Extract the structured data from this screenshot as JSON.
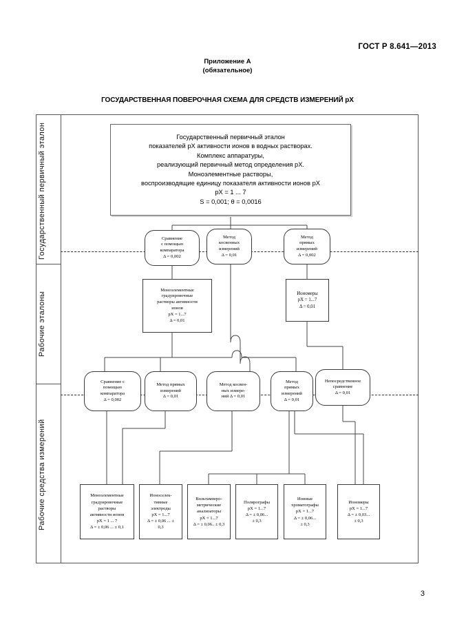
{
  "header": {
    "gost_number": "ГОСТ Р 8.641—2013",
    "appendix_line1": "Приложение А",
    "appendix_line2": "(обязательное)",
    "scheme_title": "ГОСУДАРСТВЕННАЯ ПОВЕРОЧНАЯ СХЕМА ДЛЯ СРЕДСТВ ИЗМЕРЕНИЙ pX",
    "page_number": "3"
  },
  "row_labels": {
    "level1": "Государственный первичный эталон",
    "level2": "Рабочие эталоны",
    "level3": "Рабочие средства измерений"
  },
  "nodes": {
    "primary_standard": "Государственный первичный эталон\nпоказателей pX активности ионов в водных растворах.\nКомплекс аппаратуры,\nреализующий первичный метод определения pX.\nМоноэлементные растворы,\nвоспроизводящие единицу показателя активности ионов pX\npX = 1 ... 7\nS = 0,001; θ = 0,0016",
    "method_comparator_1": "Сравнение\nс помощью\nкомпаратора\nΔ = 0,002",
    "method_indirect_1": "Метод\nкосвенных\nизмерений\nΔ = 0,01",
    "method_direct_1": "Метод\nпрямых\nизмерений\nΔ = 0,002",
    "working_solutions": "Моноэлементные\nградуировочные\nрастворы активности\nионов\npX = 1...7\nΔ = 0,01",
    "working_ionomers": "Иономеры\npX = 1...7\nΔ = 0,01",
    "method_comparator_2": "Сравнение с\nпомощью\nкомпаратора\nΔ = 0,002",
    "method_direct_2": "Метод прямых\nизмерений\nΔ = 0,01",
    "method_indirect_2": "Метод косвен-\nных измере-\nний Δ = 0,01",
    "method_direct_3": "Метод\nпрямых\nизмерений\nΔ = 0,01",
    "method_immediate": "Непосредственное\nсравнение\nΔ = 0,01",
    "instrument_solutions": "Моноэлементные\nградуировочные\nрастворы\nактивности ионов\npX = 1 ... 7\nΔ = ± 0,06 ... ± 0,1",
    "instrument_electrodes": "Ионоселек-\nтивные\nэлектроды\npX = 1...7\nΔ = ± 0,06 ... ±\n0,3",
    "instrument_voltammetric": "Вольтамперо-\nметрические\nанализаторы\npX = 1...7\nΔ = ± 0,06.. ± 0,3",
    "instrument_polarographs": "Полярографы\npX = 1...7\nΔ = ± 0,06...\n± 0,3",
    "instrument_chromatographs": "Ионные\nхроматографы\npX = 1...7\nΔ = ± 0,06...\n± 0,3",
    "instrument_ionomers": "Иономеры\npX = 1...7\nΔ = ± 0,03...\n± 0,3"
  }
}
